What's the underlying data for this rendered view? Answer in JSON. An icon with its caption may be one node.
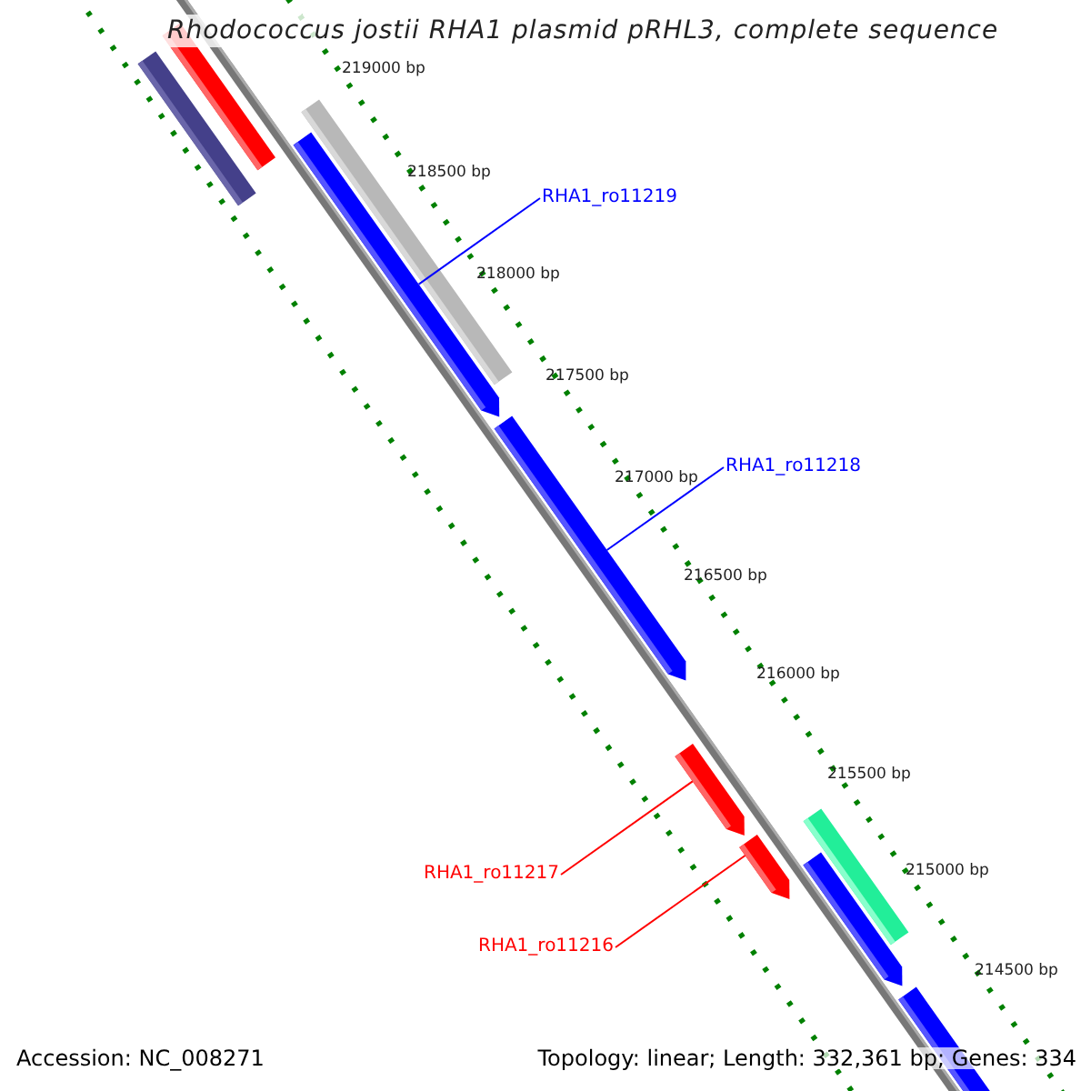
{
  "diagram": {
    "title": "Rhodococcus jostii RHA1 plasmid pRHL3, complete sequence",
    "nodes": [
      {
        "text": [
          "RHA1_ro11219"
        ]
      },
      {
        "text": [],
        "shape": "bar"
      },
      {
        "text": [
          "RHA1_ro11218"
        ]
      },
      {
        "text": [],
        "shape": "bar"
      },
      {
        "text": [
          "RHA1_ro11217"
        ]
      },
      {
        "text": [],
        "shape": "bar"
      },
      {
        "text": [
          "RHA1_ro11216"
        ]
      },
      {
        "text": [],
        "shape": "bar"
      }
    ],
    "edges": [
      {
        "from": 0,
        "to": 1,
        "arrow": "none",
        "color": "#0000ff"
      },
      {
        "from": 2,
        "to": 3,
        "arrow": "none",
        "color": "#0000ff"
      },
      {
        "from": 4,
        "to": 5,
        "arrow": "none",
        "color": "#ff0000"
      },
      {
        "from": 6,
        "to": 7,
        "arrow": "none",
        "color": "#ff0000"
      }
    ],
    "labels": [
      "219000 bp",
      "218500 bp",
      "218000 bp",
      "217500 bp",
      "217000 bp",
      "216500 bp",
      "216000 bp",
      "215500 bp",
      "215000 bp",
      "214500 bp",
      "Accession: NC_008271",
      "Topology: linear; Length: 332,361 bp; Genes: 334"
    ]
  }
}
